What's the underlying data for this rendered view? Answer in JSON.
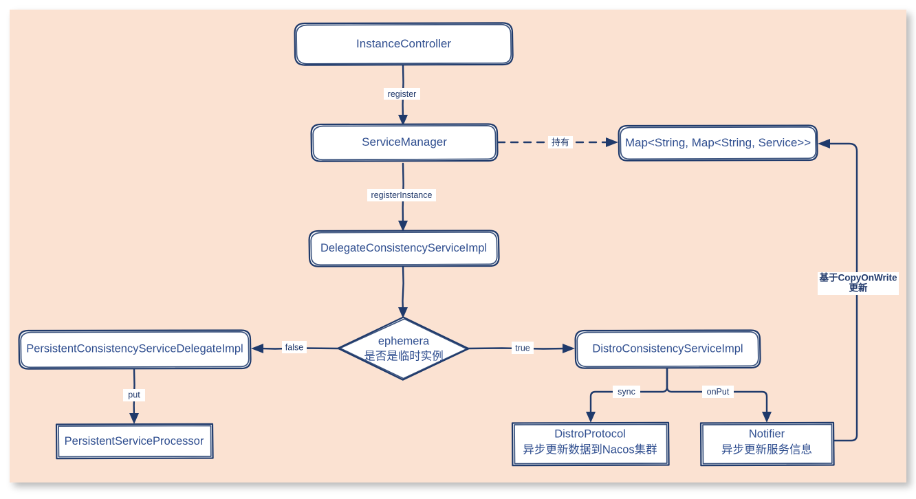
{
  "diagram": {
    "title": "Nacos instance registration flow",
    "background_color": "#fbe2d2",
    "stroke_color": "#1f3a6b",
    "text_color": "#2f4e8f",
    "node_fill": "#ffffff"
  },
  "nodes": {
    "instance_controller": {
      "label": "InstanceController",
      "shape": "rounded-rect"
    },
    "service_manager": {
      "label": "ServiceManager",
      "shape": "rounded-rect"
    },
    "service_map": {
      "label": "Map<String, Map<String, Service>>",
      "shape": "rounded-rect"
    },
    "delegate_consistency": {
      "label": "DelegateConsistencyServiceImpl",
      "shape": "rounded-rect"
    },
    "ephemeral_decision": {
      "label_line1": "ephemera",
      "label_line2": "是否是临时实例",
      "shape": "diamond"
    },
    "persistent_delegate": {
      "label": "PersistentConsistencyServiceDelegateImpl",
      "shape": "rounded-rect"
    },
    "distro_consistency": {
      "label": "DistroConsistencyServiceImpl",
      "shape": "rounded-rect"
    },
    "persistent_processor": {
      "label": "PersistentServiceProcessor",
      "shape": "rect"
    },
    "distro_protocol": {
      "label_line1": "DistroProtocol",
      "label_line2": "异步更新数据到Nacos集群",
      "shape": "rect"
    },
    "notifier": {
      "label_line1": "Notifier",
      "label_line2": "异步更新服务信息",
      "shape": "rect"
    }
  },
  "edges": {
    "register": {
      "label": "register",
      "from": "instance_controller",
      "to": "service_manager",
      "style": "solid"
    },
    "holds": {
      "label": "持有",
      "from": "service_manager",
      "to": "service_map",
      "style": "dashed"
    },
    "register_instance": {
      "label": "registerInstance",
      "from": "service_manager",
      "to": "delegate_consistency",
      "style": "solid"
    },
    "to_decision": {
      "label": "",
      "from": "delegate_consistency",
      "to": "ephemeral_decision",
      "style": "solid"
    },
    "branch_false": {
      "label": "false",
      "from": "ephemeral_decision",
      "to": "persistent_delegate",
      "style": "solid"
    },
    "branch_true": {
      "label": "true",
      "from": "ephemeral_decision",
      "to": "distro_consistency",
      "style": "solid"
    },
    "put": {
      "label": "put",
      "from": "persistent_delegate",
      "to": "persistent_processor",
      "style": "solid"
    },
    "sync": {
      "label": "sync",
      "from": "distro_consistency",
      "to": "distro_protocol",
      "style": "solid"
    },
    "on_put": {
      "label": "onPut",
      "from": "distro_consistency",
      "to": "notifier",
      "style": "solid"
    },
    "copy_on_write": {
      "label_line1": "基于CopyOnWrite",
      "label_line2": "更新",
      "from": "notifier",
      "to": "service_map",
      "style": "solid"
    }
  }
}
